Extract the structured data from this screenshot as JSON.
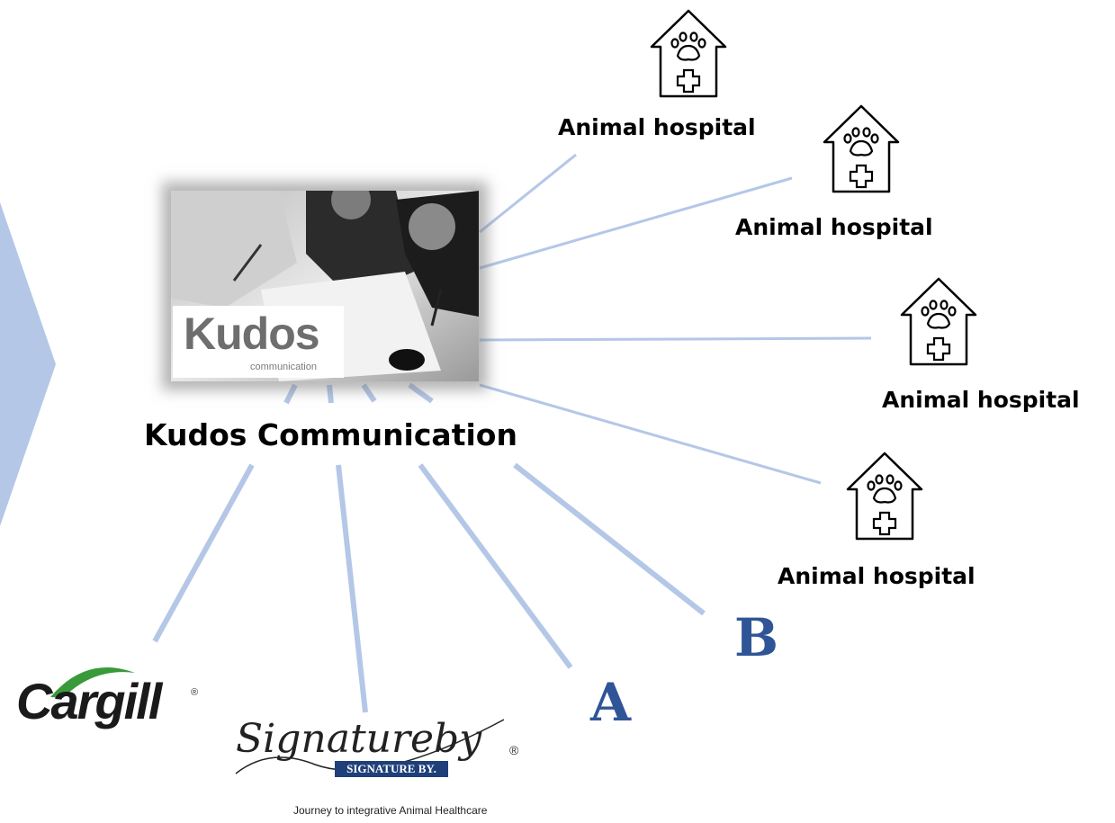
{
  "center": {
    "label": "Kudos Communication",
    "logo_text": "Kudos",
    "logo_subtext": "communication"
  },
  "hospitals": [
    {
      "label": "Animal hospital",
      "icon": "animal-hospital-icon"
    },
    {
      "label": "Animal hospital",
      "icon": "animal-hospital-icon"
    },
    {
      "label": "Animal hospital",
      "icon": "animal-hospital-icon"
    },
    {
      "label": "Animal hospital",
      "icon": "animal-hospital-icon"
    }
  ],
  "partners": {
    "cargill": {
      "name": "Cargill",
      "mark": "®"
    },
    "signature": {
      "script": "Signatureby",
      "box": "SIGNATURE BY.",
      "mark": "®",
      "tagline": "Journey to integrative Animal Healthcare"
    },
    "a": {
      "label": "A"
    },
    "b": {
      "label": "B"
    }
  },
  "colors": {
    "connector": "#b4c7e7",
    "arrow": "#b4c7e7",
    "letter": "#2f5597"
  }
}
